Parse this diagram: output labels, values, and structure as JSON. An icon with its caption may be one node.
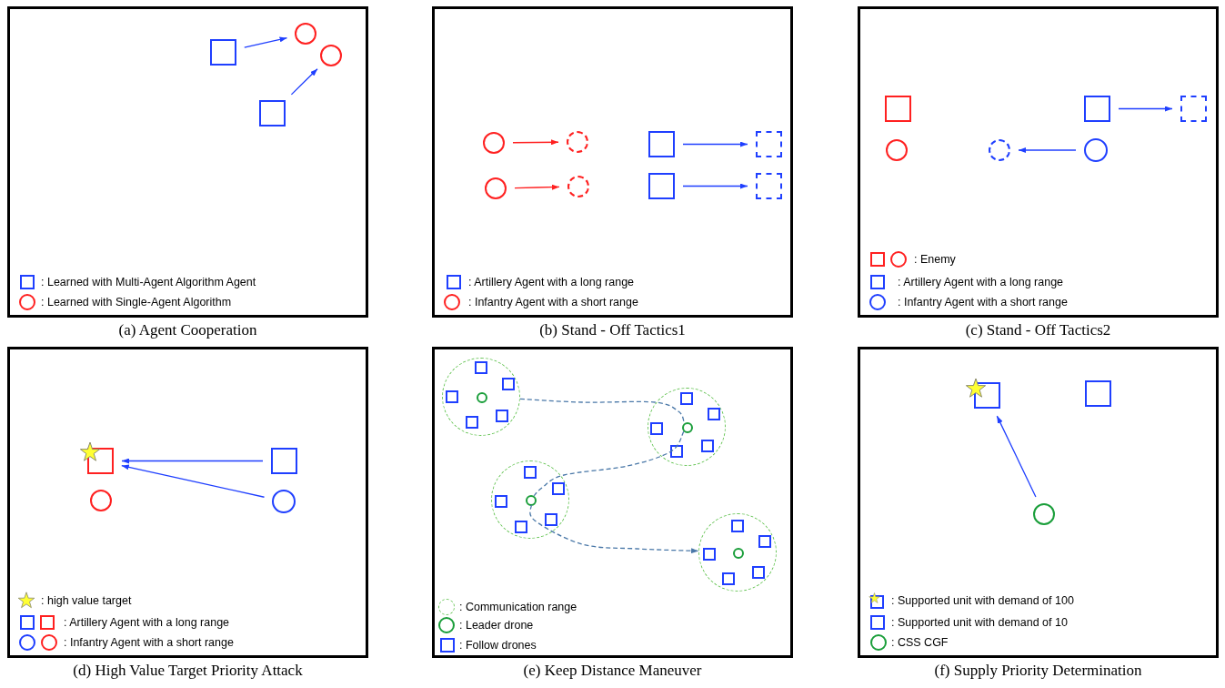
{
  "diagram": {
    "nodes": [
      {
        "text": [
          "(a) Agent Cooperation"
        ]
      },
      {
        "text": [],
        "shape": "box",
        "in": 0
      },
      {
        "text": [],
        "shape": "circle",
        "in": 0
      },
      {
        "text": [],
        "shape": "circle",
        "in": 0
      },
      {
        "text": [],
        "shape": "box",
        "in": 0
      },
      {
        "text": [
          "(b) Stand - Off Tactics1"
        ]
      },
      {
        "text": [],
        "shape": "circle",
        "in": 5
      },
      {
        "text": [],
        "shape": "circle",
        "in": 5
      },
      {
        "text": [],
        "shape": "box",
        "in": 5
      },
      {
        "text": [],
        "shape": "box",
        "in": 5
      },
      {
        "text": [],
        "shape": "circle",
        "in": 5
      },
      {
        "text": [],
        "shape": "circle",
        "in": 5
      },
      {
        "text": [],
        "shape": "box",
        "in": 5
      },
      {
        "text": [],
        "shape": "box",
        "in": 5
      },
      {
        "text": [
          "(c) Stand - Off Tactics2"
        ]
      },
      {
        "text": [],
        "shape": "box",
        "in": 14
      },
      {
        "text": [],
        "shape": "box",
        "in": 14
      },
      {
        "text": [],
        "shape": "box",
        "in": 14
      },
      {
        "text": [],
        "shape": "circle",
        "in": 14
      },
      {
        "text": [],
        "shape": "circle",
        "in": 14
      },
      {
        "text": [],
        "shape": "circle",
        "in": 14
      },
      {
        "text": [
          "(d) High Value Target Priority Attack"
        ]
      },
      {
        "text": [],
        "shape": "box",
        "in": 21
      },
      {
        "text": [],
        "shape": "box",
        "in": 21
      },
      {
        "text": [],
        "shape": "circle",
        "in": 21
      },
      {
        "text": [],
        "shape": "circle",
        "in": 21
      },
      {
        "text": [
          "(e) Keep Distance Maneuver"
        ]
      },
      {
        "text": [],
        "shape": "circle",
        "in": 26
      },
      {
        "text": [],
        "shape": "circle",
        "in": 27
      },
      {
        "text": [],
        "shape": "box",
        "in": 27
      },
      {
        "text": [],
        "shape": "box",
        "in": 27
      },
      {
        "text": [],
        "shape": "box",
        "in": 27
      },
      {
        "text": [],
        "shape": "box",
        "in": 27
      },
      {
        "text": [],
        "shape": "box",
        "in": 27
      },
      {
        "text": [],
        "shape": "circle",
        "in": 26
      },
      {
        "text": [],
        "shape": "circle",
        "in": 34
      },
      {
        "text": [],
        "shape": "box",
        "in": 34
      },
      {
        "text": [],
        "shape": "box",
        "in": 34
      },
      {
        "text": [],
        "shape": "box",
        "in": 34
      },
      {
        "text": [],
        "shape": "box",
        "in": 34
      },
      {
        "text": [],
        "shape": "box",
        "in": 34
      },
      {
        "text": [],
        "shape": "circle",
        "in": 26
      },
      {
        "text": [],
        "shape": "circle",
        "in": 41
      },
      {
        "text": [],
        "shape": "box",
        "in": 41
      },
      {
        "text": [],
        "shape": "box",
        "in": 41
      },
      {
        "text": [],
        "shape": "box",
        "in": 41
      },
      {
        "text": [],
        "shape": "box",
        "in": 41
      },
      {
        "text": [],
        "shape": "box",
        "in": 41
      },
      {
        "text": [],
        "shape": "circle",
        "in": 26
      },
      {
        "text": [],
        "shape": "circle",
        "in": 48
      },
      {
        "text": [],
        "shape": "box",
        "in": 48
      },
      {
        "text": [],
        "shape": "box",
        "in": 48
      },
      {
        "text": [],
        "shape": "box",
        "in": 48
      },
      {
        "text": [],
        "shape": "box",
        "in": 48
      },
      {
        "text": [],
        "shape": "box",
        "in": 48
      },
      {
        "text": [
          "(f) Supply Priority Determination"
        ]
      },
      {
        "text": [],
        "shape": "box",
        "in": 55
      },
      {
        "text": [],
        "shape": "box",
        "in": 55
      },
      {
        "text": [],
        "shape": "circle",
        "in": 55
      }
    ],
    "edges": [
      {
        "from": 1,
        "to": 2,
        "arrow": "to"
      },
      {
        "from": 4,
        "to": 3,
        "arrow": "to"
      },
      {
        "from": 6,
        "to": 7,
        "arrow": "to",
        "color": "#ff2020"
      },
      {
        "from": 8,
        "to": 9,
        "arrow": "to"
      },
      {
        "from": 10,
        "to": 11,
        "arrow": "to",
        "color": "#ff2020"
      },
      {
        "from": 12,
        "to": 13,
        "arrow": "to"
      },
      {
        "from": 16,
        "to": 17,
        "arrow": "to"
      },
      {
        "from": 20,
        "to": 19,
        "arrow": "to"
      },
      {
        "from": 23,
        "to": 22,
        "arrow": "to"
      },
      {
        "from": 25,
        "to": 22,
        "arrow": "to"
      },
      {
        "from": 27,
        "to": 35,
        "arrow": "none",
        "style": "dashed",
        "color": "#4a78a8"
      },
      {
        "from": 35,
        "to": 42,
        "arrow": "none",
        "style": "dashed",
        "color": "#4a78a8"
      },
      {
        "from": 42,
        "to": 48,
        "arrow": "to",
        "style": "dashed",
        "color": "#4a78a8"
      },
      {
        "from": 58,
        "to": 56,
        "arrow": "to"
      }
    ],
    "legend": [
      {
        "text": ": Learned with Multi-Agent Algorithm Agent"
      },
      {
        "text": ": Learned with Single-Agent Algorithm"
      },
      {
        "text": ": Artillery Agent with a long range"
      },
      {
        "text": ": Infantry Agent with a short range"
      },
      {
        "text": ": Enemy"
      },
      {
        "text": ": Artillery Agent with a long range"
      },
      {
        "text": ": Infantry Agent with a short range"
      },
      {
        "text": ": high value target"
      },
      {
        "text": ": Artillery Agent with a long range"
      },
      {
        "text": ": Infantry Agent with a short range"
      },
      {
        "text": ": Communication range"
      },
      {
        "text": ": Leader drone"
      },
      {
        "text": ": Follow drones"
      },
      {
        "text": ": Supported unit with demand of 100"
      },
      {
        "text": ": Supported unit with demand of 10"
      },
      {
        "text": ": CSS CGF"
      }
    ]
  }
}
